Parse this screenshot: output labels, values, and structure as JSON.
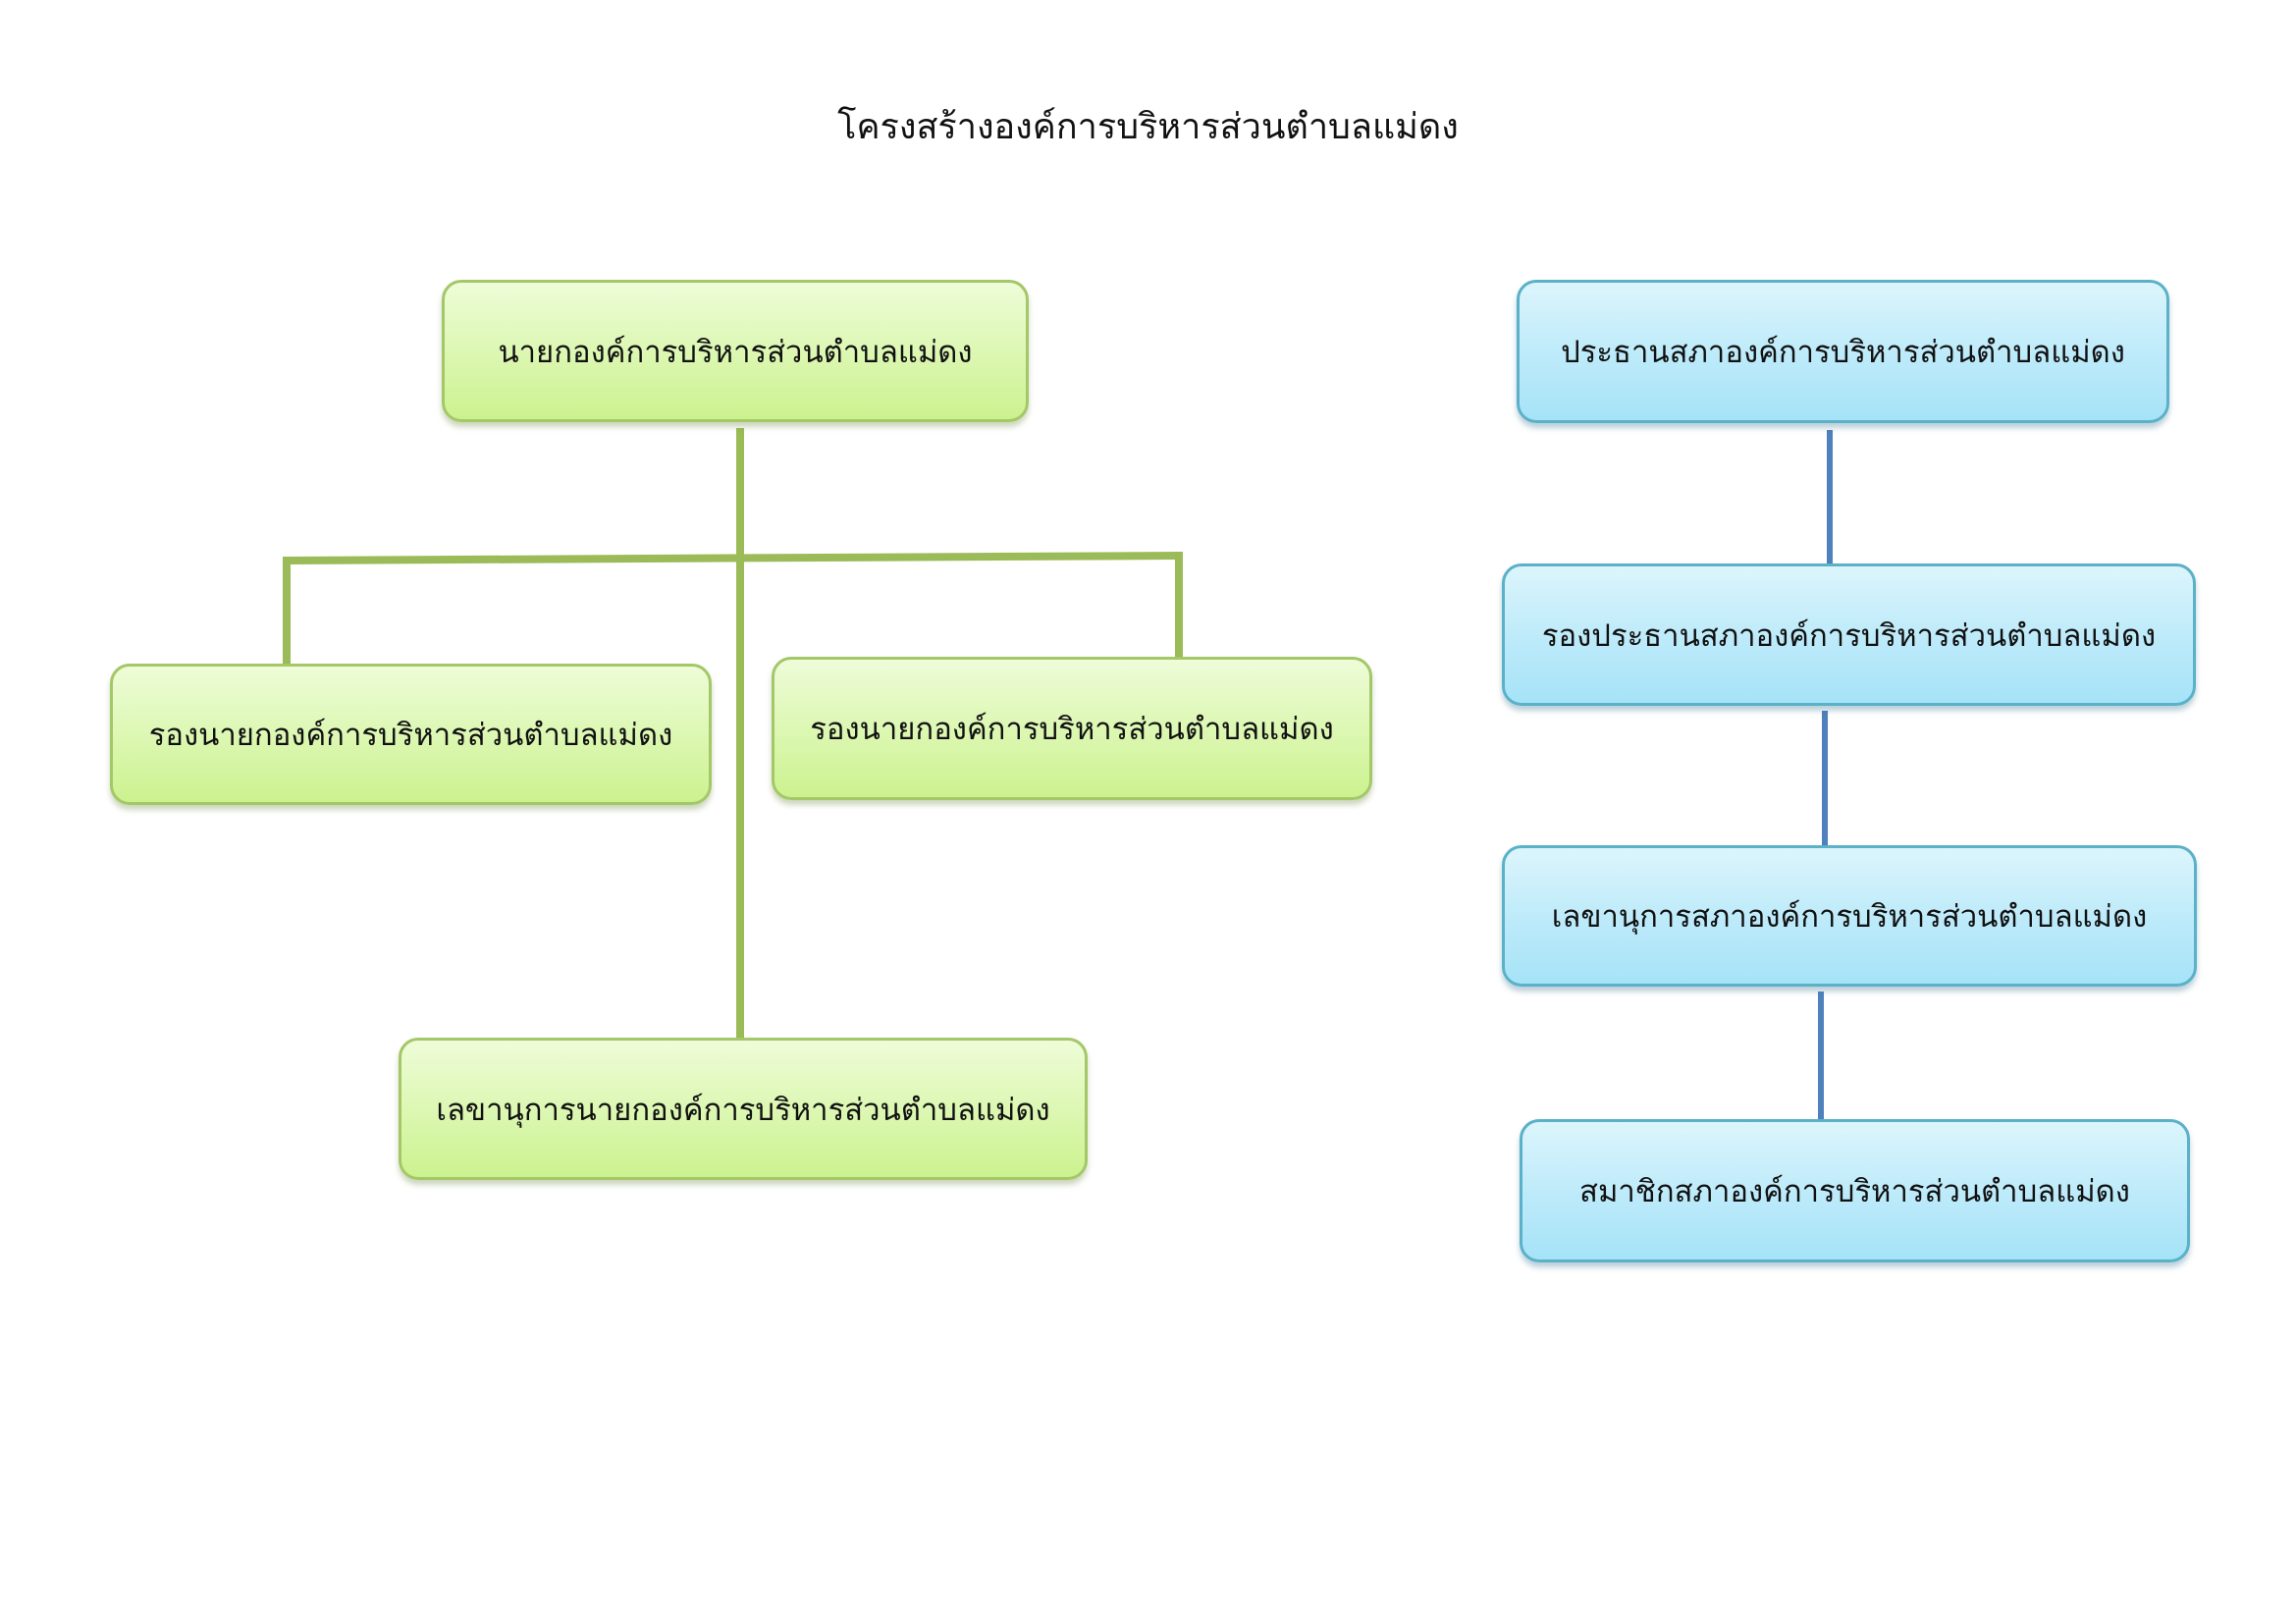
{
  "title": "โครงสร้างองค์การบริหารส่วนตำบลแม่ดง",
  "colors": {
    "executive_line": "#9bbb59",
    "council_line": "#4f81bd",
    "executive_box_border": "#a4c768",
    "council_box_border": "#5ab1c8"
  },
  "executive": {
    "head": "นายกองค์การบริหารส่วนตำบลแม่ดง",
    "deputy_left": "รองนายกองค์การบริหารส่วนตำบลแม่ดง",
    "deputy_right": "รองนายกองค์การบริหารส่วนตำบลแม่ดง",
    "secretary": "เลขานุการนายกองค์การบริหารส่วนตำบลแม่ดง"
  },
  "council": {
    "president": "ประธานสภาองค์การบริหารส่วนตำบลแม่ดง",
    "vice_president": "รองประธานสภาองค์การบริหารส่วนตำบลแม่ดง",
    "secretary": "เลขานุการสภาองค์การบริหารส่วนตำบลแม่ดง",
    "member": "สมาชิกสภาองค์การบริหารส่วนตำบลแม่ดง"
  }
}
